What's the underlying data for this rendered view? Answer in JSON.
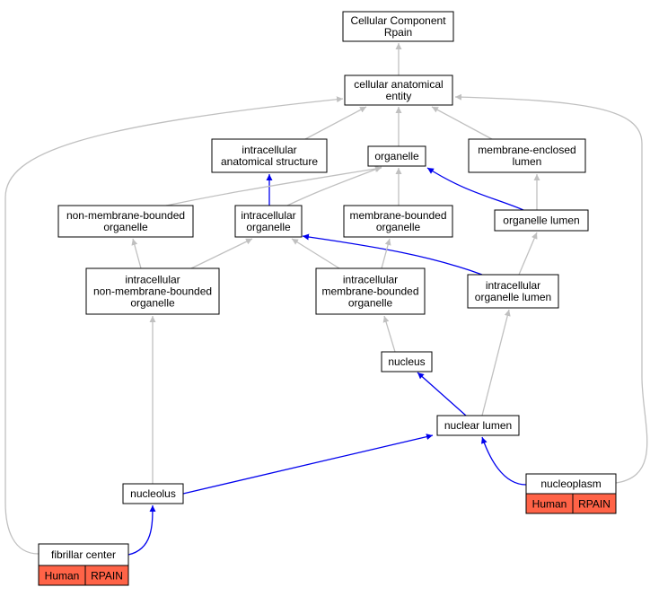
{
  "nodes": [
    {
      "id": "root",
      "lines": [
        "Cellular Component",
        "Rpain"
      ]
    },
    {
      "id": "cae",
      "lines": [
        "cellular anatomical",
        "entity"
      ]
    },
    {
      "id": "ias",
      "lines": [
        "intracellular",
        "anatomical structure"
      ]
    },
    {
      "id": "org",
      "lines": [
        "organelle"
      ]
    },
    {
      "id": "meml",
      "lines": [
        "membrane-enclosed",
        "lumen"
      ]
    },
    {
      "id": "nmbo",
      "lines": [
        "non-membrane-bounded",
        "organelle"
      ]
    },
    {
      "id": "io",
      "lines": [
        "intracellular",
        "organelle"
      ]
    },
    {
      "id": "mbo",
      "lines": [
        "membrane-bounded",
        "organelle"
      ]
    },
    {
      "id": "ol",
      "lines": [
        "organelle lumen"
      ]
    },
    {
      "id": "inmbo",
      "lines": [
        "intracellular",
        "non-membrane-bounded",
        "organelle"
      ]
    },
    {
      "id": "imbo",
      "lines": [
        "intracellular",
        "membrane-bounded",
        "organelle"
      ]
    },
    {
      "id": "iol",
      "lines": [
        "intracellular",
        "organelle lumen"
      ]
    },
    {
      "id": "nuc",
      "lines": [
        "nucleus"
      ]
    },
    {
      "id": "nl",
      "lines": [
        "nuclear lumen"
      ]
    },
    {
      "id": "nucleolus",
      "lines": [
        "nucleolus"
      ]
    },
    {
      "id": "np",
      "lines": [
        "nucleoplasm"
      ],
      "tags": [
        "Human",
        "RPAIN"
      ]
    },
    {
      "id": "fc",
      "lines": [
        "fibrillar center"
      ],
      "tags": [
        "Human",
        "RPAIN"
      ]
    }
  ],
  "edges": [
    {
      "from": "cae",
      "to": "root",
      "type": "is_a"
    },
    {
      "from": "ias",
      "to": "cae",
      "type": "is_a"
    },
    {
      "from": "org",
      "to": "cae",
      "type": "is_a"
    },
    {
      "from": "meml",
      "to": "cae",
      "type": "is_a"
    },
    {
      "from": "np",
      "to": "cae",
      "type": "is_a"
    },
    {
      "from": "fc",
      "to": "cae",
      "type": "is_a"
    },
    {
      "from": "io",
      "to": "ias",
      "type": "part_of"
    },
    {
      "from": "nmbo",
      "to": "org",
      "type": "is_a"
    },
    {
      "from": "io",
      "to": "org",
      "type": "is_a"
    },
    {
      "from": "mbo",
      "to": "org",
      "type": "is_a"
    },
    {
      "from": "ol",
      "to": "org",
      "type": "part_of"
    },
    {
      "from": "ol",
      "to": "meml",
      "type": "is_a"
    },
    {
      "from": "inmbo",
      "to": "nmbo",
      "type": "is_a"
    },
    {
      "from": "inmbo",
      "to": "io",
      "type": "is_a"
    },
    {
      "from": "imbo",
      "to": "io",
      "type": "is_a"
    },
    {
      "from": "iol",
      "to": "io",
      "type": "part_of"
    },
    {
      "from": "imbo",
      "to": "mbo",
      "type": "is_a"
    },
    {
      "from": "iol",
      "to": "ol",
      "type": "is_a"
    },
    {
      "from": "nuc",
      "to": "imbo",
      "type": "is_a"
    },
    {
      "from": "nl",
      "to": "nuc",
      "type": "part_of"
    },
    {
      "from": "nl",
      "to": "iol",
      "type": "is_a"
    },
    {
      "from": "nucleolus",
      "to": "inmbo",
      "type": "is_a"
    },
    {
      "from": "nucleolus",
      "to": "nl",
      "type": "part_of"
    },
    {
      "from": "np",
      "to": "nl",
      "type": "part_of"
    },
    {
      "from": "fc",
      "to": "nucleolus",
      "type": "part_of"
    }
  ],
  "colors": {
    "is_a": "#c0c0c0",
    "part_of": "#0000ee",
    "tag_fill": "#ff6347",
    "node_stroke": "#000000",
    "node_fill": "#ffffff"
  }
}
